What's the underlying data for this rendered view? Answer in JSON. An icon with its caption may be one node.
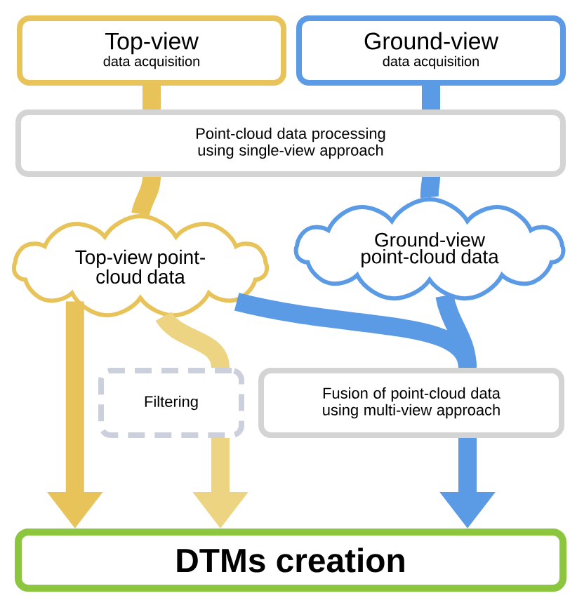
{
  "diagram": {
    "nodes": [
      {
        "text": [
          "Top-view",
          "data acquisition"
        ]
      },
      {
        "text": [
          "Ground-view",
          "data acquisition"
        ]
      },
      {
        "text": [
          "Point-cloud data processing using single-view approach"
        ]
      },
      {
        "text": [
          "Top-view point-cloud data"
        ]
      },
      {
        "text": [
          "Ground-view point-cloud data"
        ]
      },
      {
        "text": [
          "Filtering"
        ]
      },
      {
        "text": [
          "Fusion of point-cloud data using multi-view approach"
        ]
      },
      {
        "text": [
          "DTMs creation"
        ]
      }
    ],
    "edges": [
      {
        "from": 0,
        "to": 2,
        "arrow": "none",
        "color": "#e8c35a"
      },
      {
        "from": 2,
        "to": 3,
        "arrow": "none",
        "color": "#e8c35a"
      },
      {
        "from": 1,
        "to": 2,
        "arrow": "none",
        "color": "#5b9be6"
      },
      {
        "from": 2,
        "to": 4,
        "arrow": "none",
        "color": "#5b9be6"
      },
      {
        "from": 3,
        "to": 7,
        "arrow": "to",
        "color": "#e8c35a"
      },
      {
        "from": 3,
        "to": 5,
        "arrow": "none",
        "color": "#edd483"
      },
      {
        "from": 5,
        "to": 7,
        "arrow": "to",
        "color": "#edd483"
      },
      {
        "from": 3,
        "to": 6,
        "arrow": "none",
        "color": "#5b9be6"
      },
      {
        "from": 4,
        "to": 6,
        "arrow": "none",
        "color": "#5b9be6"
      },
      {
        "from": 6,
        "to": 7,
        "arrow": "to",
        "color": "#5b9be6"
      }
    ]
  }
}
